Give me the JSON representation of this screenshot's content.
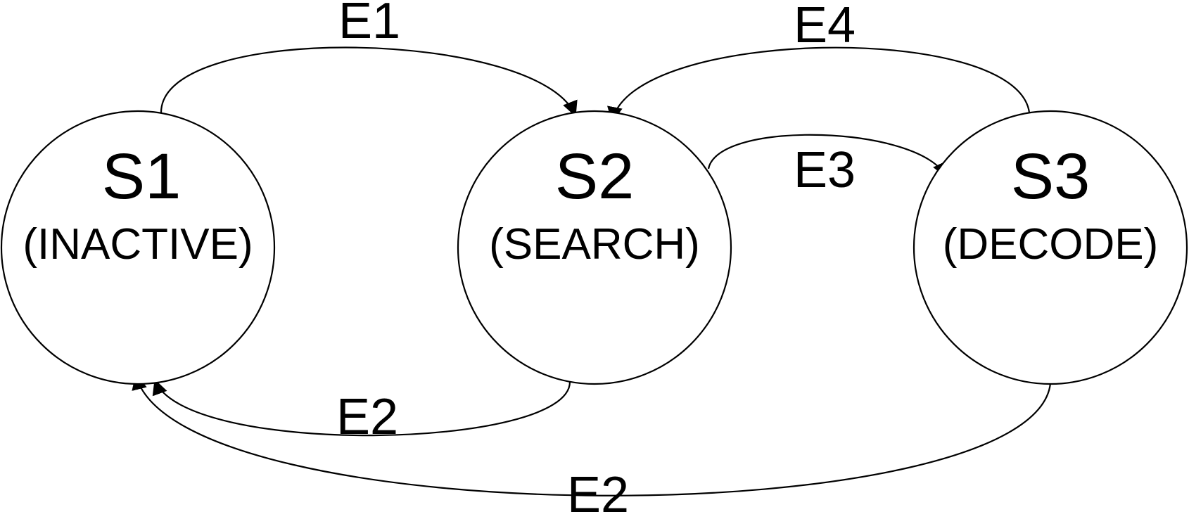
{
  "states": [
    {
      "id": "S1",
      "name": "(INACTIVE)"
    },
    {
      "id": "S2",
      "name": "(SEARCH)"
    },
    {
      "id": "S3",
      "name": "(DECODE)"
    }
  ],
  "transitions": [
    {
      "label": "E1",
      "from": "S1",
      "to": "S2"
    },
    {
      "label": "E4",
      "from": "S3",
      "to": "S2"
    },
    {
      "label": "E3",
      "from": "S2",
      "to": "S3"
    },
    {
      "label": "E2",
      "from": "S2",
      "to": "S1"
    },
    {
      "label": "E2",
      "from": "S3",
      "to": "S1"
    }
  ],
  "colors": {
    "stroke": "#000000",
    "background": "#ffffff"
  }
}
